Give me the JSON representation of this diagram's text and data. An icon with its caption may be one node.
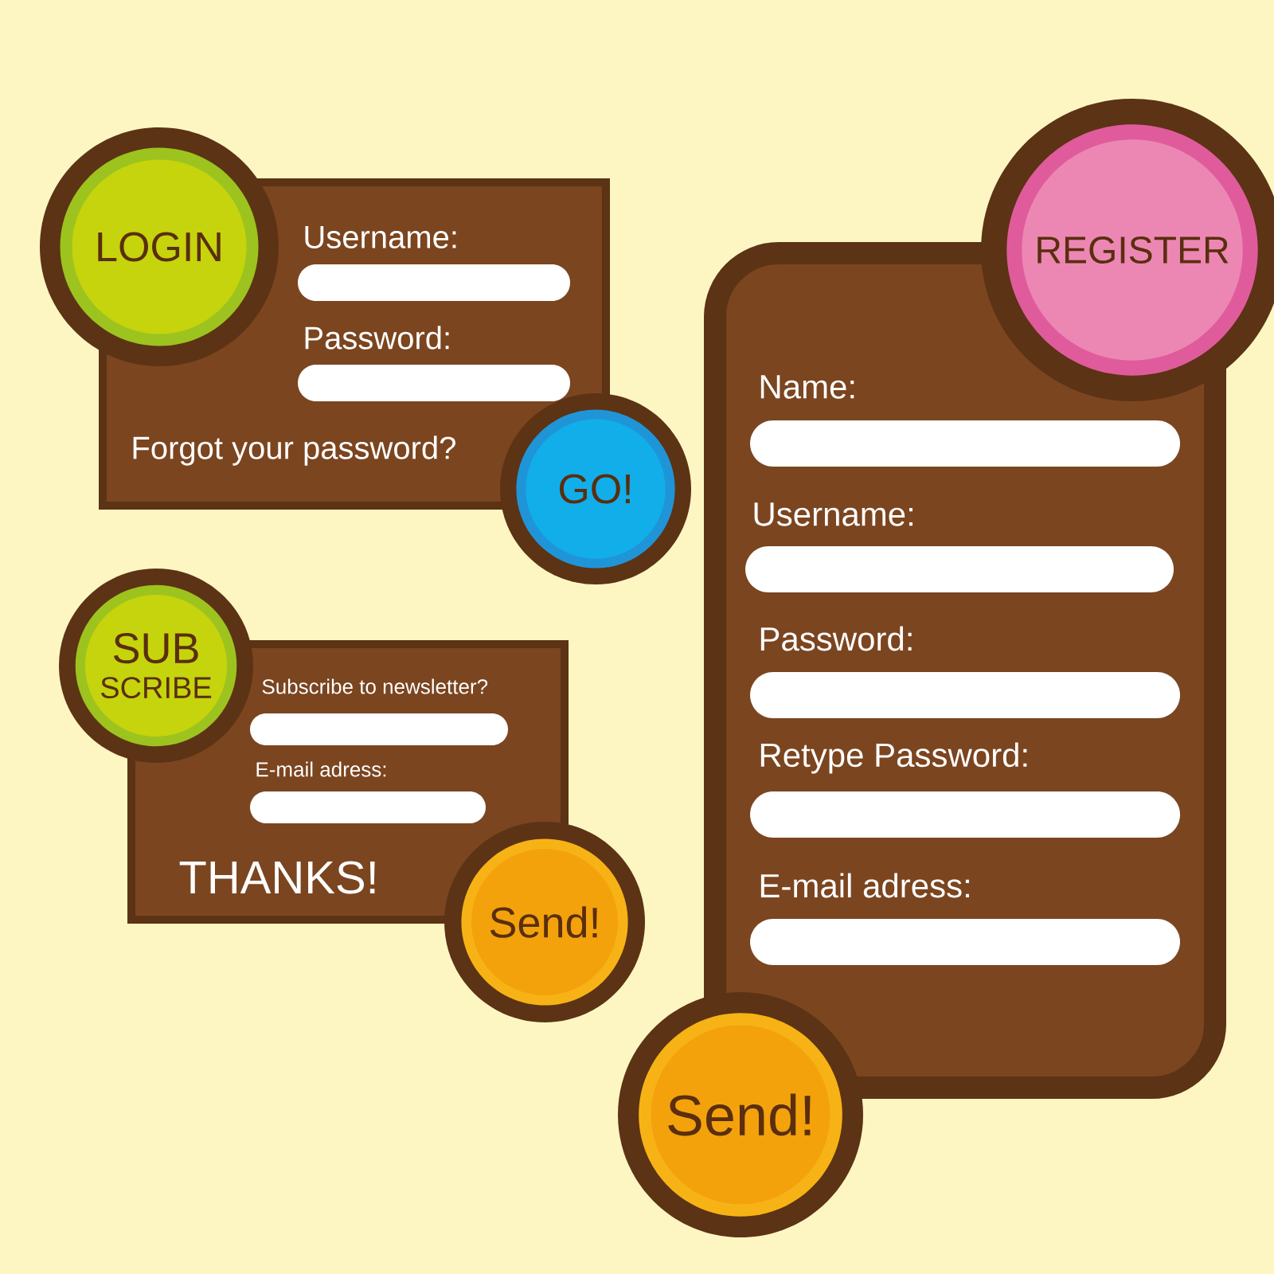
{
  "diagram": {
    "nodes": [
      {
        "text": [
          "LOGIN"
        ]
      },
      {
        "text": [
          "Username:",
          "Password:",
          "Forgot your password?"
        ]
      },
      {
        "text": [],
        "shape": "box",
        "in": 1
      },
      {
        "text": [],
        "shape": "box",
        "in": 1
      },
      {
        "text": [
          "GO!"
        ]
      },
      {
        "text": [
          "REGISTER"
        ]
      },
      {
        "text": [
          "Name:",
          "Username:",
          "Password:",
          "Retype Password:",
          "E-mail adress:"
        ]
      },
      {
        "text": [],
        "shape": "box",
        "in": 6
      },
      {
        "text": [],
        "shape": "box",
        "in": 6
      },
      {
        "text": [],
        "shape": "box",
        "in": 6
      },
      {
        "text": [],
        "shape": "box",
        "in": 6
      },
      {
        "text": [],
        "shape": "box",
        "in": 6
      },
      {
        "text": [
          "SUB",
          "SCRIBE"
        ]
      },
      {
        "text": [
          "Subscribe to newsletter?",
          "E-mail adress:",
          "THANKS!"
        ]
      },
      {
        "text": [],
        "shape": "box",
        "in": 13
      },
      {
        "text": [],
        "shape": "box",
        "in": 13
      },
      {
        "text": [
          "Send!"
        ]
      },
      {
        "text": [
          "Send!"
        ]
      }
    ]
  }
}
